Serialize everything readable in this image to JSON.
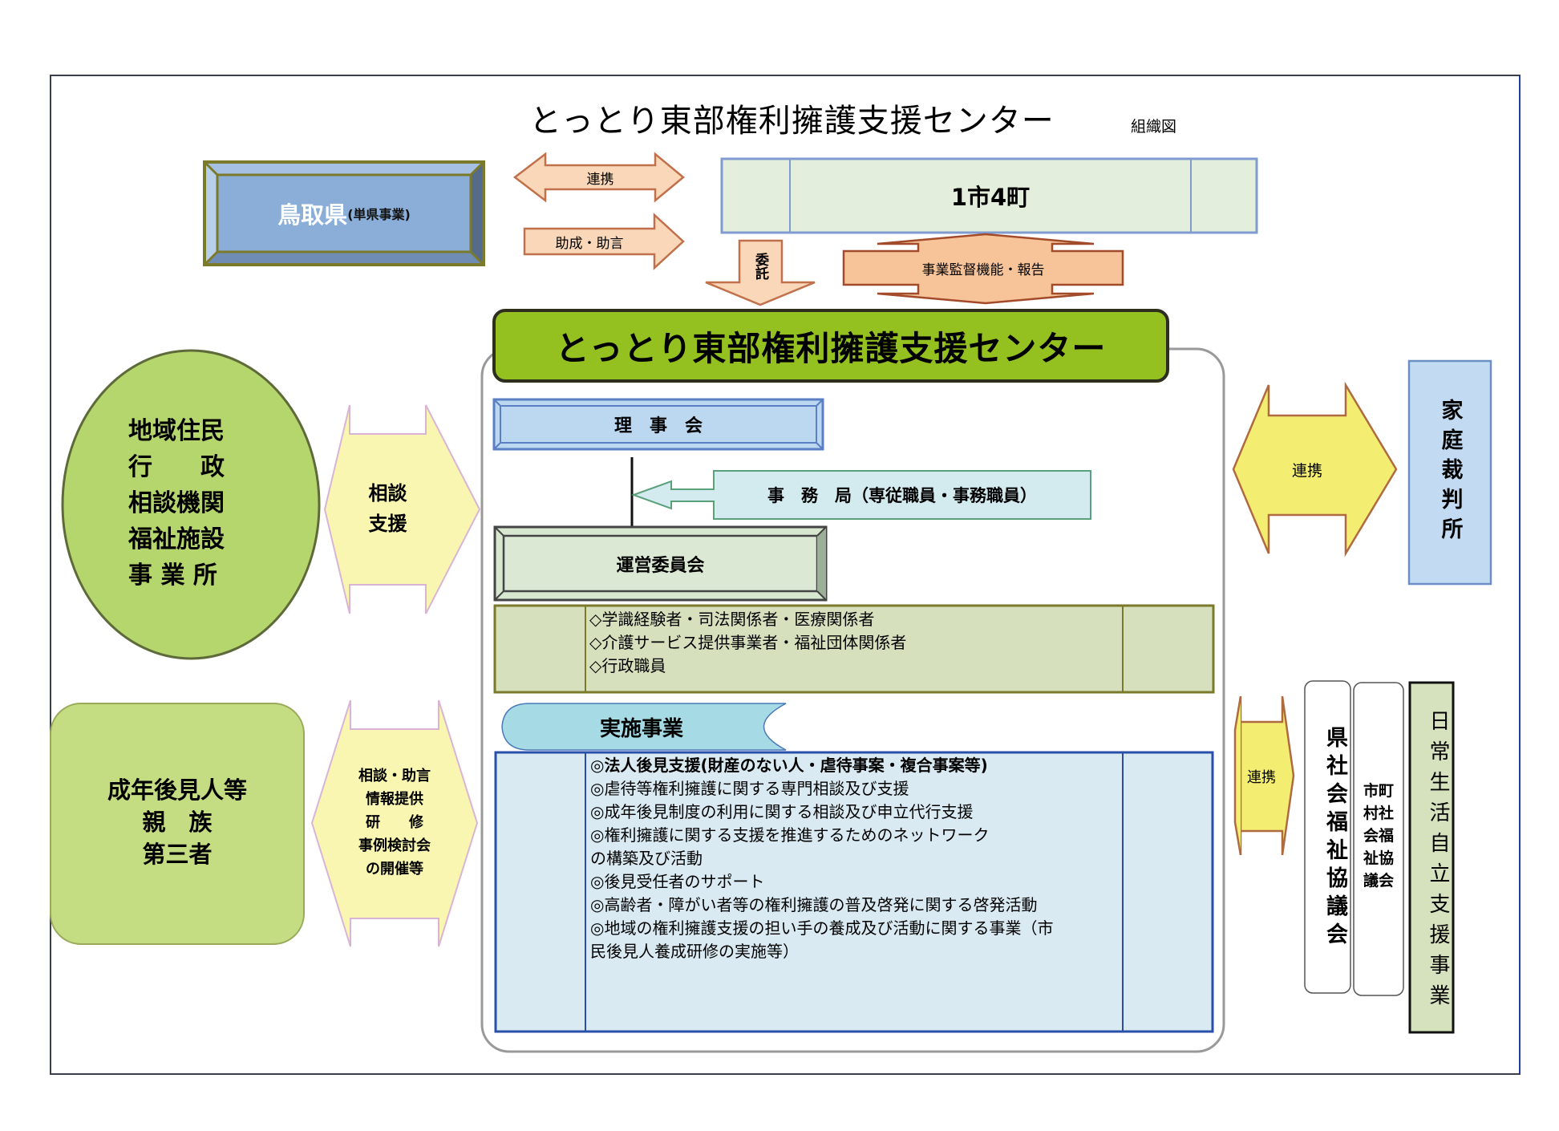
{
  "header": {
    "title": "とっとり東部権利擁護支援センター",
    "subtitle": "組織図"
  },
  "prefecture": {
    "name": "鳥取県",
    "note": "(単県事業)"
  },
  "top_arrows": {
    "cooperation": "連携",
    "subsidy_advice": "助成・助言",
    "entrust": "委託",
    "supervision": "事業監督機能・報告"
  },
  "municipalities": {
    "label": "1市4町"
  },
  "center": {
    "banner": "とっとり東部権利擁護支援センター",
    "board": "理　事　会",
    "secretariat": "事　務　局（専従職員・事務職員）",
    "steering_committee": "運営委員会",
    "committee_members": [
      "◇学識経験者・司法関係者・医療関係者",
      "◇介護サービス提供事業者・福祉団体関係者",
      "◇行政職員"
    ],
    "projects_tab": "実施事業",
    "projects": [
      "◎法人後見支援(財産のない人・虐待事案・複合事案等)",
      "◎虐待等権利擁護に関する専門相談及び支援",
      "◎成年後見制度の利用に関する相談及び申立代行支援",
      "◎権利擁護に関する支援を推進するためのネットワーク",
      "の構築及び活動",
      "◎後見受任者のサポート",
      "◎高齢者・障がい者等の権利擁護の普及啓発に関する啓発活動",
      "◎地域の権利擁護支援の担い手の養成及び活動に関する事業（市",
      "民後見人養成研修の実施等）"
    ]
  },
  "left": {
    "community": [
      "地域住民",
      "行　　政",
      "相談機関",
      "福祉施設",
      "事 業 所"
    ],
    "consult_arrow": [
      "相談",
      "支援"
    ],
    "guardians": [
      "成年後見人等",
      "親　族",
      "第三者"
    ],
    "services_arrow": [
      "相談・助言",
      "情報提供",
      "研　　修",
      "事例検討会",
      "の開催等"
    ]
  },
  "right": {
    "cooperation_top": "連携",
    "family_court": "家庭裁判所",
    "cooperation_bottom": "連携",
    "prefectural_council": "県社会福祉協議会",
    "municipal_council": [
      "市町",
      "村社",
      "会福",
      "祉協",
      "議会"
    ],
    "daily_life_support": "日常生活自立支援事業"
  },
  "colors": {
    "prefecture_box": "#8eb0d8",
    "prefecture_border": "#7a7a2a",
    "arrow_peach": "#f9d7b8",
    "arrow_peach_border": "#c0704a",
    "arrow_orange": "#f7c49a",
    "municipal_box": "#e3efdc",
    "municipal_border": "#7f9bd0",
    "banner_green": "#94c11f",
    "board_blue": "#bcd7f0",
    "secretariat_cyan": "#d3ebef",
    "committee_green": "#d7e7d0",
    "members_green": "#d6e0bd",
    "projects_blue": "#daeaf2",
    "projects_border": "#2a4fa8",
    "tab_cyan": "#a6dbe6",
    "ellipse_green": "#b5d66c",
    "guardian_green": "#c4dc82",
    "pale_yellow": "#f8f6b0",
    "yellow": "#f3ee72",
    "court_blue": "#c2dbf2"
  }
}
